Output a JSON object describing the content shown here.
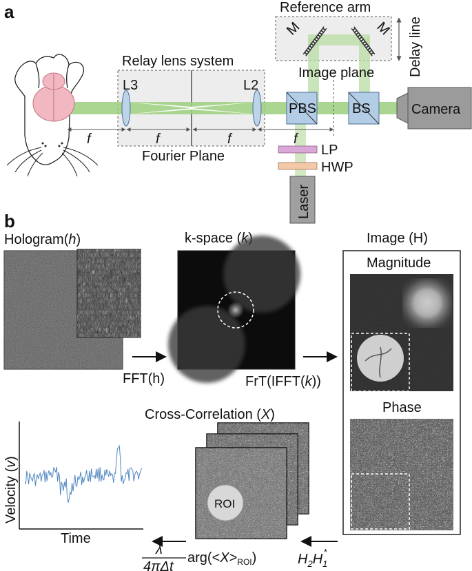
{
  "panel_a": {
    "label": "a",
    "relay_title": "Relay lens system",
    "reference_arm": "Reference arm",
    "delay_line": "Delay line",
    "image_plane": "Image plane",
    "fourier_plane": "Fourier Plane",
    "lens_l3": "L3",
    "lens_l2": "L2",
    "pbs": "PBS",
    "bs": "BS",
    "camera": "Camera",
    "mirror": "M",
    "focal": "f",
    "lp": "LP",
    "hwp": "HWP",
    "laser": "Laser"
  },
  "panel_b": {
    "label": "b",
    "hologram_title": "Hologram(",
    "hologram_var": "h",
    "close_paren": ")",
    "kspace_title": "k-space (",
    "kspace_var": "k",
    "image_title": "Image (H)",
    "magnitude": "Magnitude",
    "phase": "Phase",
    "fft": "FFT(h)",
    "frt_pre": "FrT(IFFT(",
    "frt_var": "k",
    "frt_post": "))",
    "cross_title": "Cross-Correlation (",
    "cross_var": "X",
    "roi": "ROI",
    "h2": "H",
    "h2_sub": "2",
    "h1": "H",
    "h1_sub": "1",
    "h1_sup": "*",
    "lambda": "λ",
    "denominator": "4πΔt",
    "arg_pre": "arg(<",
    "arg_var": "X",
    "arg_gt": ">",
    "arg_sub": "ROI",
    "arg_post": ")",
    "velocity_pre": "Velocity (",
    "velocity_var": "v",
    "time": "Time"
  },
  "colors": {
    "beam": "#9ccf7e",
    "brain": "#f2b8c2",
    "lens": "#bcd3e8",
    "splitter": "#b3cde6",
    "camera": "#9b9b9b",
    "lp": "#d9a8d6",
    "hwp": "#f3c9a8",
    "laser": "#a0a0a0",
    "trace": "#4f86bf"
  }
}
